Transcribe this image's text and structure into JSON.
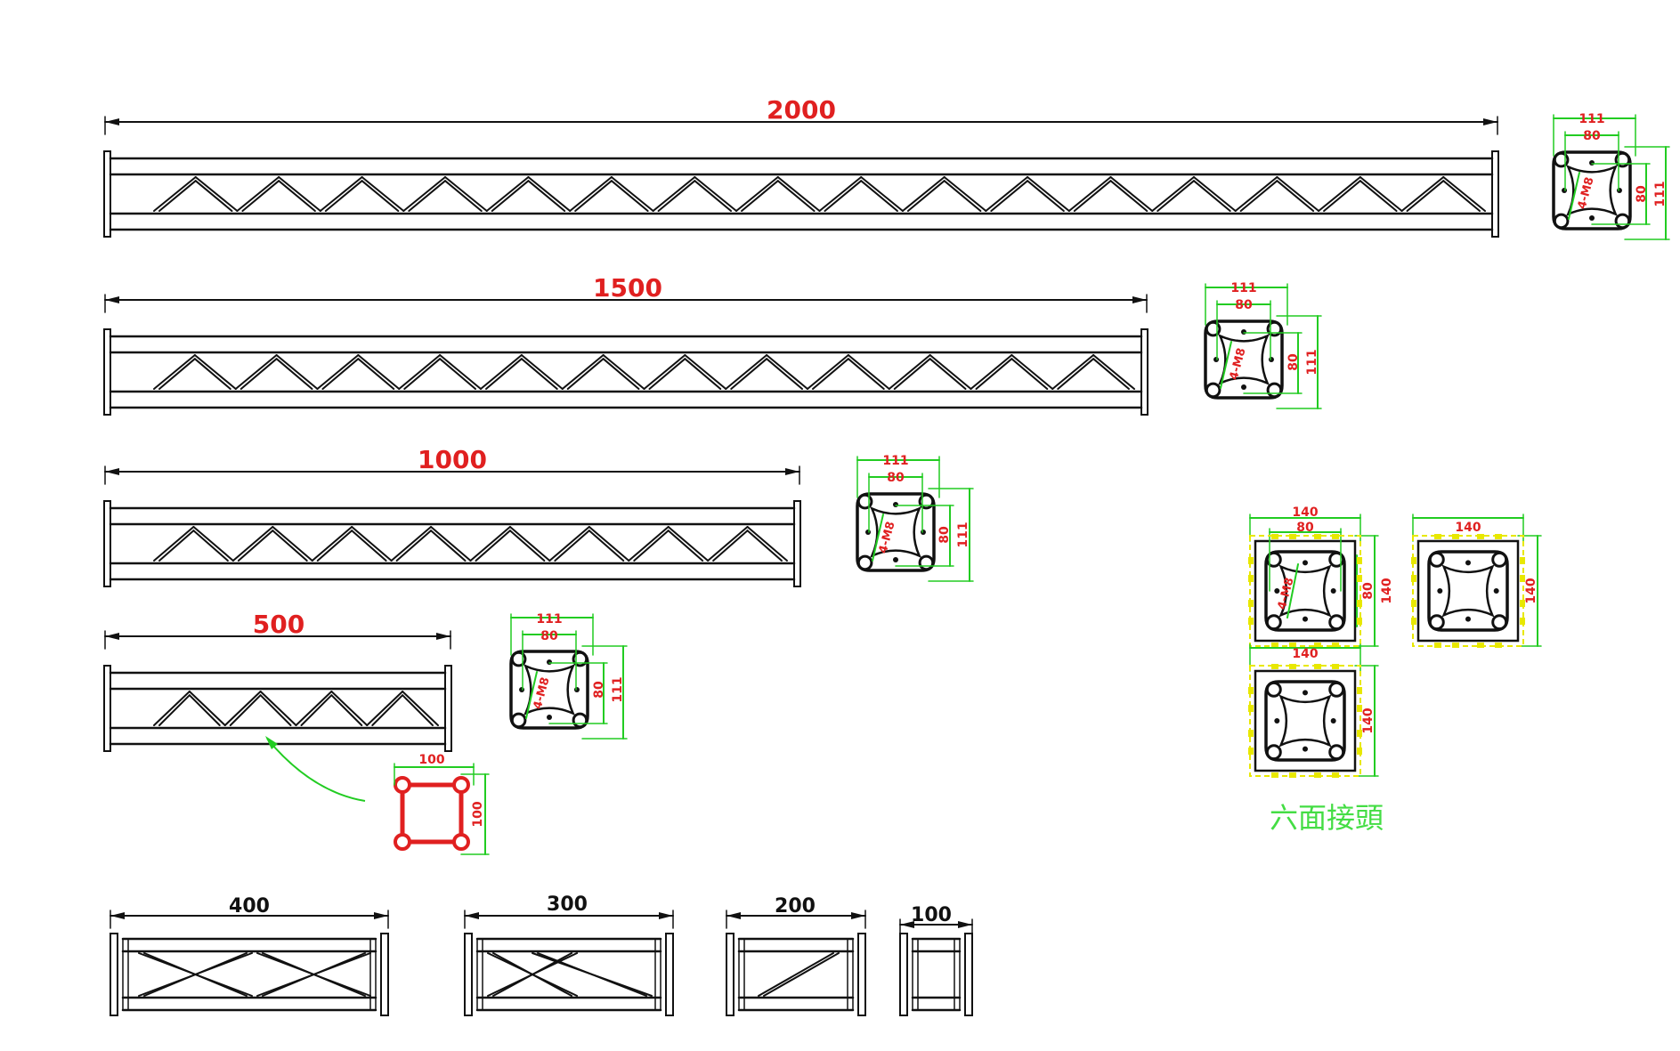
{
  "colors": {
    "ink": "#111111",
    "red": "#e02020",
    "green": "#22cc22",
    "yellow": "#e8e800",
    "cjk_green": "#44dd44"
  },
  "trusses": [
    {
      "length_label": "2000",
      "panels": 16
    },
    {
      "length_label": "1500",
      "panels": 12
    },
    {
      "length_label": "1000",
      "panels": 8
    },
    {
      "length_label": "500",
      "panels": 4
    }
  ],
  "short_trusses": [
    {
      "length_label": "400",
      "brace": "x2"
    },
    {
      "length_label": "300",
      "brace": "x1"
    },
    {
      "length_label": "200",
      "brace": "diag"
    },
    {
      "length_label": "100",
      "brace": "none"
    }
  ],
  "plates": [
    {
      "outer_label": "111",
      "inner_label": "80",
      "side_inner": "80",
      "side_outer": "111",
      "bolt_label": "4-M8"
    },
    {
      "outer_label": "111",
      "inner_label": "80",
      "side_inner": "80",
      "side_outer": "111",
      "bolt_label": "4-M8"
    },
    {
      "outer_label": "111",
      "inner_label": "80",
      "side_inner": "80",
      "side_outer": "111",
      "bolt_label": "4-M8"
    },
    {
      "outer_label": "111",
      "inner_label": "80",
      "side_inner": "80",
      "side_outer": "111",
      "bolt_label": "4-M8"
    }
  ],
  "red_section": {
    "top_label": "100",
    "side_label": "100"
  },
  "six_way": {
    "blocks": [
      {
        "top_label": "140",
        "inner_label": "80",
        "side_inner": "80",
        "side_outer": "140",
        "bolt_label": "4-M8"
      },
      {
        "top_label": "140",
        "side_outer": "140"
      },
      {
        "top_label": "140",
        "side_outer": "140"
      }
    ],
    "caption": "六面接頭"
  }
}
